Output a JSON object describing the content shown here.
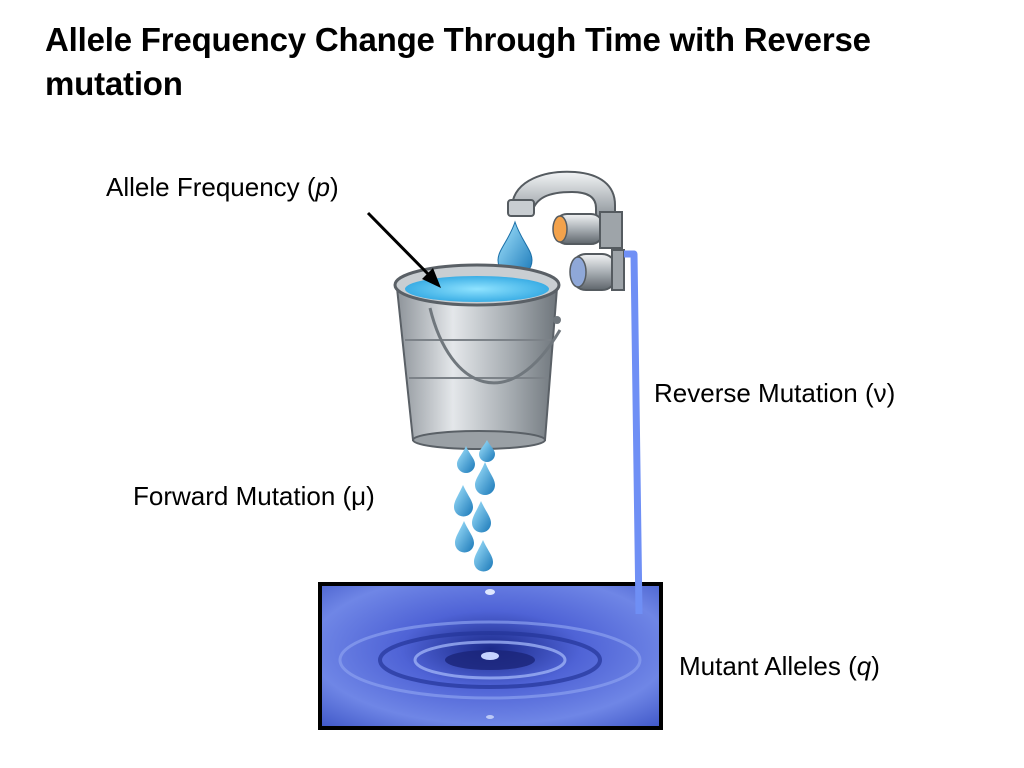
{
  "slide": {
    "title": "Allele Frequency Change Through Time with Reverse mutation"
  },
  "labels": {
    "allele_frequency": {
      "text": "Allele Frequency (",
      "symbol": "p",
      "close": ")"
    },
    "forward_mutation": {
      "text": "Forward Mutation (μ)"
    },
    "reverse_mutation": {
      "text": "Reverse Mutation (ν)"
    },
    "mutant_alleles": {
      "text": "Mutant Alleles (",
      "symbol": "q",
      "close": ")"
    }
  },
  "icons": [
    "faucet-icon",
    "water-drop-icon",
    "bucket-icon",
    "water-pool-icon"
  ],
  "colors": {
    "reverse_line": "#6f8ff5",
    "water_light": "#5fc7ef",
    "water_dark": "#1f7fc4",
    "pool": "#3f56c8",
    "pool_border": "#000000",
    "metal": "#b9bec2"
  }
}
